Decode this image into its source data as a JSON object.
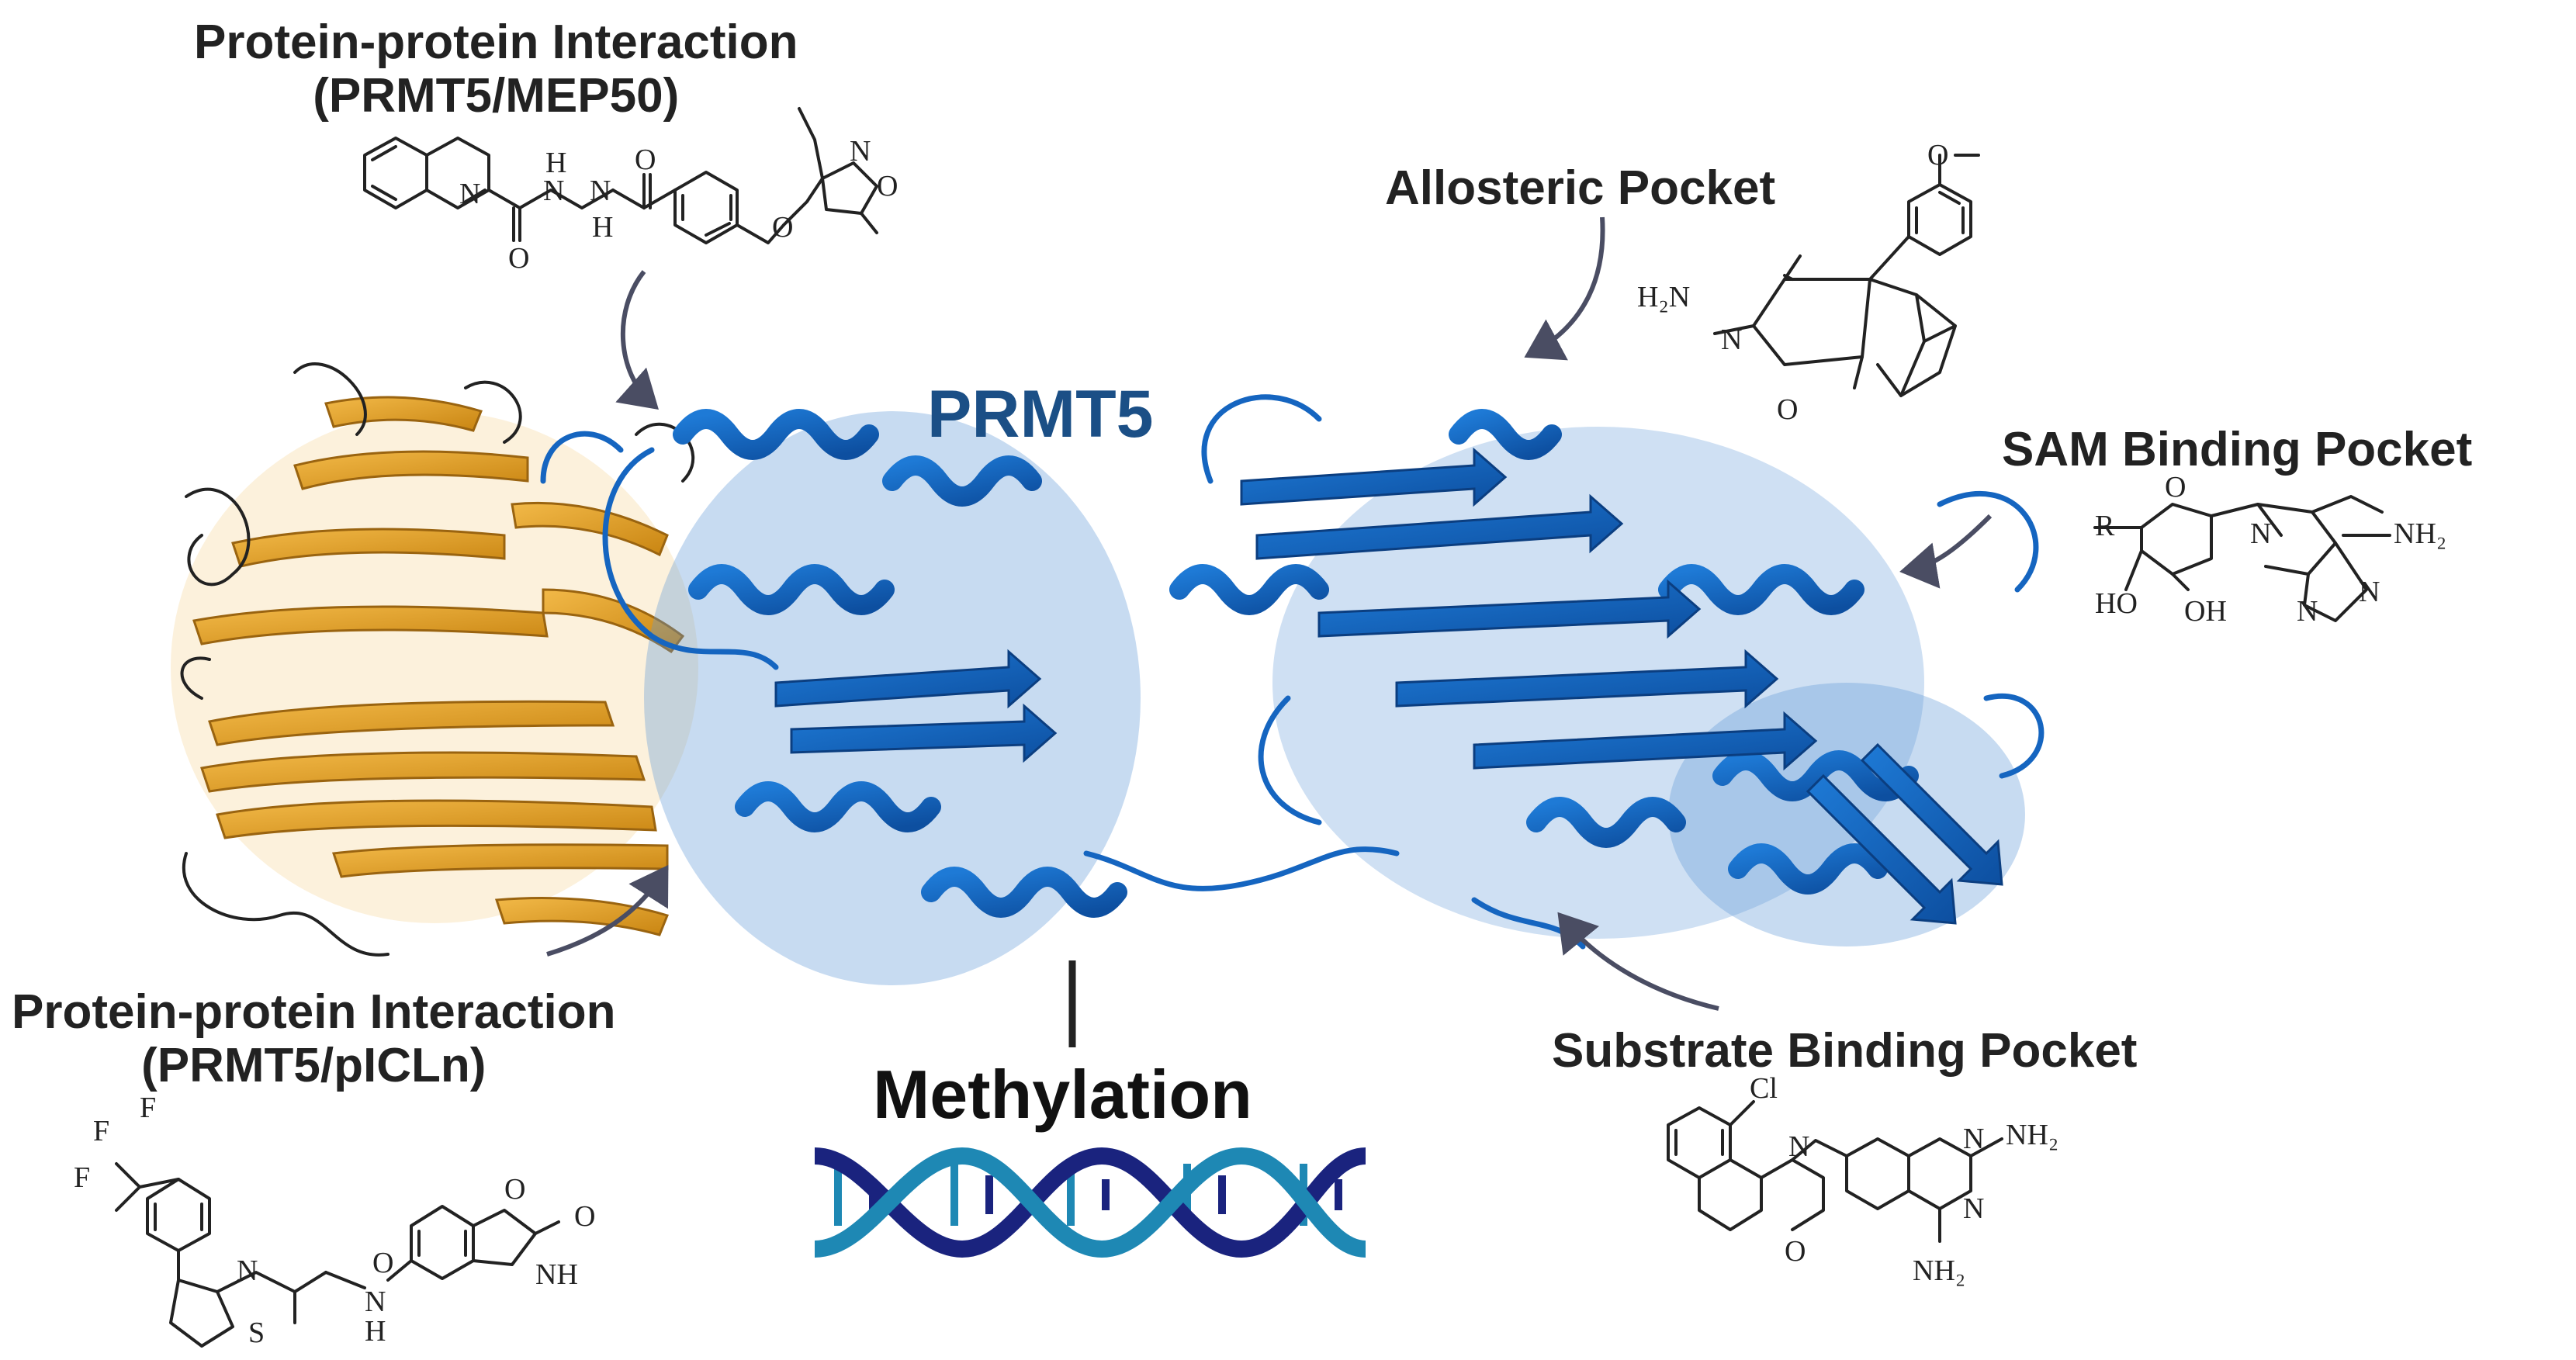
{
  "labels": {
    "ppi_mep50_line1": "Protein-protein Interaction",
    "ppi_mep50_line2": "(PRMT5/MEP50)",
    "allosteric": "Allosteric Pocket",
    "sam": "SAM Binding Pocket",
    "ppi_picln_line1": "Protein-protein Interaction",
    "ppi_picln_line2": "(PRMT5/pICLn)",
    "substrate": "Substrate Binding Pocket",
    "prmt5": "PRMT5",
    "methylation": "Methylation"
  },
  "chem": {
    "N": "N",
    "O": "O",
    "H": "H",
    "NH": "NH",
    "H2N": "H₂N",
    "NH2": "NH₂",
    "HO": "HO",
    "OH": "OH",
    "R": "R",
    "F": "F",
    "S": "S",
    "Cl": "Cl"
  },
  "colors": {
    "mep50": "#e8a52c",
    "prmt5": "#1565c0",
    "arrow": "#4a4d63",
    "title": "#1b4f86",
    "dna_dark": "#1a237e",
    "dna_light": "#1e88b4"
  }
}
